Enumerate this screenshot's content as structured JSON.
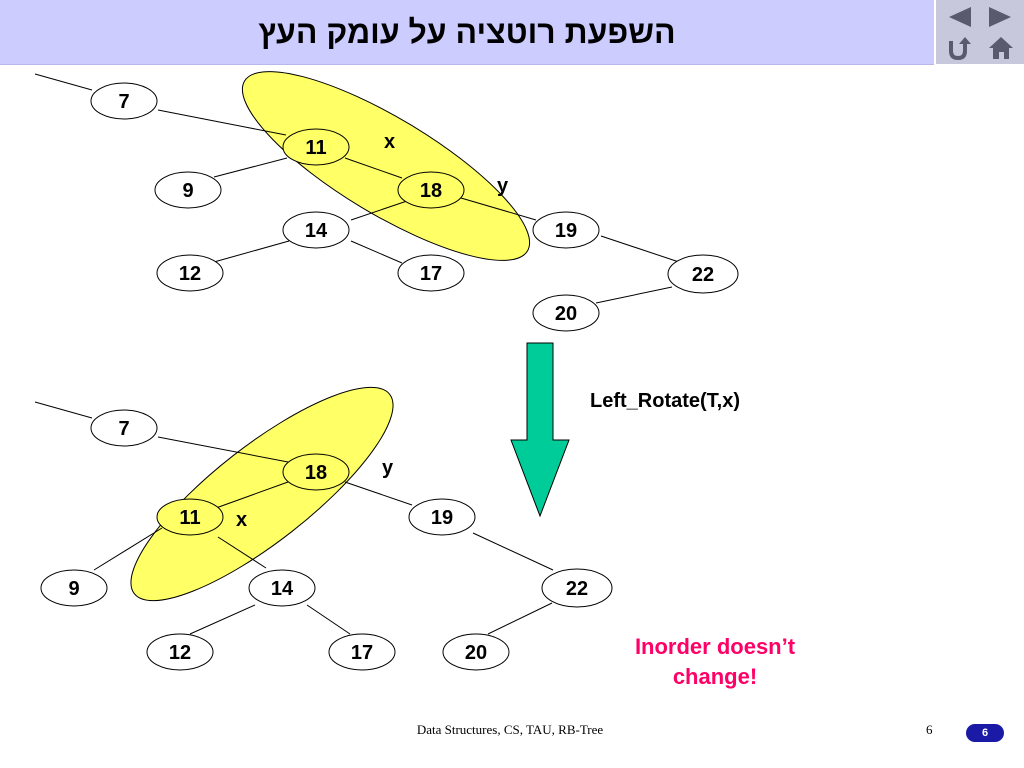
{
  "title": "השפעת רוטציה על עומק העץ",
  "nav": {
    "prev_icon": "triangle-left-icon",
    "next_icon": "triangle-right-icon",
    "return_icon": "return-arrow-icon",
    "home_icon": "house-icon"
  },
  "tree_before": {
    "nodes": [
      {
        "id": "n7",
        "label": "7"
      },
      {
        "id": "n11",
        "label": "11"
      },
      {
        "id": "n9",
        "label": "9"
      },
      {
        "id": "n18",
        "label": "18"
      },
      {
        "id": "n14",
        "label": "14"
      },
      {
        "id": "n19",
        "label": "19"
      },
      {
        "id": "n12",
        "label": "12"
      },
      {
        "id": "n17",
        "label": "17"
      },
      {
        "id": "n22",
        "label": "22"
      },
      {
        "id": "n20",
        "label": "20"
      }
    ],
    "tags": {
      "x": "x",
      "y": "y"
    }
  },
  "tree_after": {
    "nodes": [
      {
        "id": "n7",
        "label": "7"
      },
      {
        "id": "n18",
        "label": "18"
      },
      {
        "id": "n11",
        "label": "11"
      },
      {
        "id": "n19",
        "label": "19"
      },
      {
        "id": "n9",
        "label": "9"
      },
      {
        "id": "n14",
        "label": "14"
      },
      {
        "id": "n22",
        "label": "22"
      },
      {
        "id": "n12",
        "label": "12"
      },
      {
        "id": "n17",
        "label": "17"
      },
      {
        "id": "n20",
        "label": "20"
      }
    ],
    "tags": {
      "x": "x",
      "y": "y"
    }
  },
  "operation": "Left_Rotate(T,x)",
  "note_lines": [
    "Inorder doesn’t",
    "change!"
  ],
  "colors": {
    "title_bg": "#ccccff",
    "highlight": "#ffff66",
    "arrow": "#00cc99",
    "note": "#ff0066",
    "badge": "#1a1aa6"
  },
  "footer": {
    "text": "Data Structures, CS, TAU, RB-Tree",
    "page": "6",
    "badge": "6"
  }
}
